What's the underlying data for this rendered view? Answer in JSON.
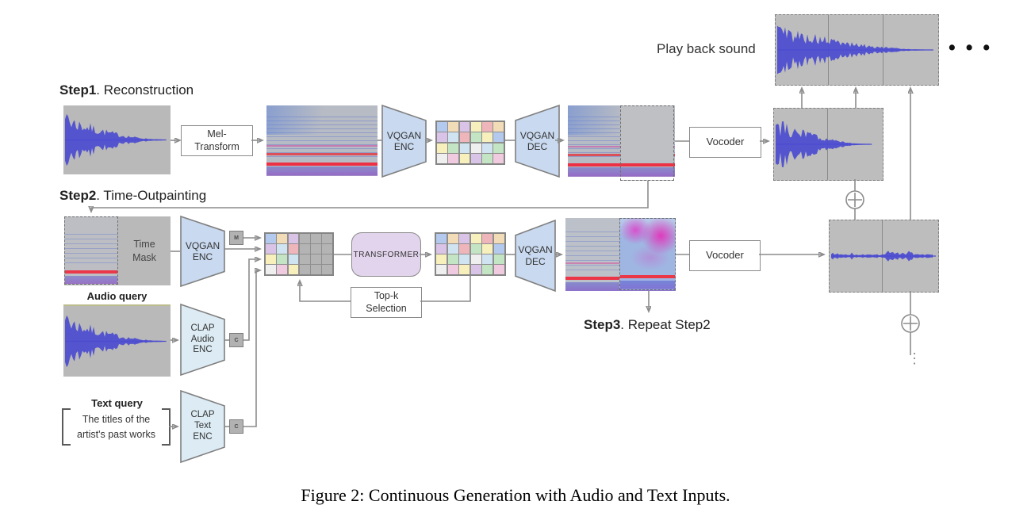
{
  "caption": "Figure 2: Continuous Generation with Audio and Text Inputs.",
  "step1": {
    "heading_bold": "Step1",
    "heading_rest": ". Reconstruction",
    "mel_line1": "Mel-",
    "mel_line2": "Transform",
    "enc_line1": "VQGAN",
    "enc_line2": "ENC",
    "dec_line1": "VQGAN",
    "dec_line2": "DEC",
    "vocoder": "Vocoder"
  },
  "step2": {
    "heading_bold": "Step2",
    "heading_rest": ". Time-Outpainting",
    "timemask_line1": "Time",
    "timemask_line2": "Mask",
    "enc_line1": "VQGAN",
    "enc_line2": "ENC",
    "dec_line1": "VQGAN",
    "dec_line2": "DEC",
    "transformer": "TRANSFORMER",
    "topk_line1": "Top-k",
    "topk_line2": "Selection",
    "vocoder": "Vocoder",
    "chip_m": "M",
    "chip_c": "C"
  },
  "step3": {
    "heading_bold": "Step3",
    "heading_rest": ". Repeat Step2"
  },
  "queries": {
    "audio_label": "Audio query",
    "clap_audio_line1": "CLAP",
    "clap_audio_line2": "Audio",
    "clap_audio_line3": "ENC",
    "text_label": "Text query",
    "text_line1": "The titles of the",
    "text_line2": "artist's past works",
    "clap_text_line1": "CLAP",
    "clap_text_line2": "Text",
    "clap_text_line3": "ENC"
  },
  "playback": {
    "label": "Play back sound",
    "dots": "• • •",
    "vertical_ellipsis": "⋮"
  },
  "colors": {
    "wave_blue": "#4b4bd0",
    "panel_gray": "#bdbdbd",
    "line_gray": "#8c8c8c",
    "vqgan_blue": "#c9d9ef",
    "clap_blue": "#dcebf4",
    "transformer_purple": "#e2d4ec",
    "token_masked": "#b4b4b4",
    "tokens": {
      "blue": "#b3c9ed",
      "tan": "#f2dcb7",
      "lav": "#d9c3e6",
      "yel": "#f7f0bd",
      "red": "#eeb6bb",
      "grn": "#c4e5c4",
      "lbl": "#cfe3f0",
      "wht": "#efefef",
      "ros": "#f0cade"
    }
  },
  "token_grid": {
    "rows": [
      [
        "blue",
        "tan",
        "lav",
        "yel",
        "red",
        "tan"
      ],
      [
        "lav",
        "lbl",
        "red",
        "grn",
        "yel",
        "blue"
      ],
      [
        "yel",
        "grn",
        "lbl",
        "wht",
        "lbl",
        "grn"
      ],
      [
        "wht",
        "ros",
        "yel",
        "lav",
        "grn",
        "ros"
      ]
    ],
    "masked_columns": 3
  }
}
